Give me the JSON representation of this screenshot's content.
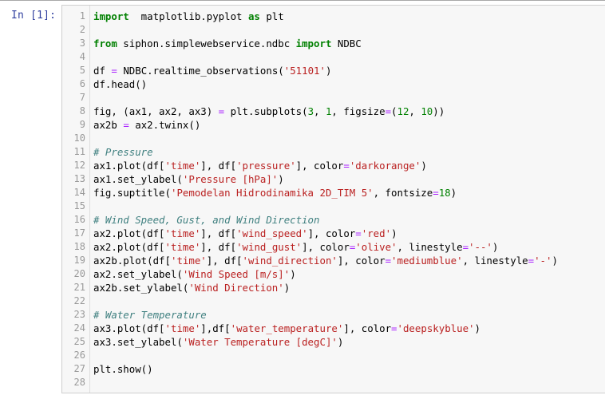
{
  "prompt": "In [1]:",
  "colors": {
    "keyword": "#008000",
    "string": "#BA2121",
    "number": "#008000",
    "operator": "#AA22FF",
    "comment": "#408080",
    "prompt": "#303F9F",
    "cell_background": "#f7f7f7",
    "cell_border": "#cfcfcf"
  },
  "cell": {
    "lines": [
      {
        "n": "1",
        "tokens": [
          [
            "kw",
            "import"
          ],
          [
            "",
            "  matplotlib.pyplot "
          ],
          [
            "kw",
            "as"
          ],
          [
            "",
            " plt"
          ]
        ]
      },
      {
        "n": "2",
        "tokens": []
      },
      {
        "n": "3",
        "tokens": [
          [
            "kw",
            "from"
          ],
          [
            "",
            " siphon.simplewebservice.ndbc "
          ],
          [
            "kw",
            "import"
          ],
          [
            "",
            " NDBC"
          ]
        ]
      },
      {
        "n": "4",
        "tokens": []
      },
      {
        "n": "5",
        "tokens": [
          [
            "",
            "df "
          ],
          [
            "op",
            "="
          ],
          [
            "",
            " NDBC.realtime_observations("
          ],
          [
            "str",
            "'51101'"
          ],
          [
            "",
            ")"
          ]
        ]
      },
      {
        "n": "6",
        "tokens": [
          [
            "",
            "df.head()"
          ]
        ]
      },
      {
        "n": "7",
        "tokens": []
      },
      {
        "n": "8",
        "tokens": [
          [
            "",
            "fig, (ax1, ax2, ax3) "
          ],
          [
            "op",
            "="
          ],
          [
            "",
            " plt.subplots("
          ],
          [
            "num",
            "3"
          ],
          [
            "",
            ", "
          ],
          [
            "num",
            "1"
          ],
          [
            "",
            ", figsize"
          ],
          [
            "op",
            "="
          ],
          [
            "",
            "("
          ],
          [
            "num",
            "12"
          ],
          [
            "",
            ", "
          ],
          [
            "num",
            "10"
          ],
          [
            "",
            "))"
          ]
        ]
      },
      {
        "n": "9",
        "tokens": [
          [
            "",
            "ax2b "
          ],
          [
            "op",
            "="
          ],
          [
            "",
            " ax2.twinx()"
          ]
        ]
      },
      {
        "n": "10",
        "tokens": []
      },
      {
        "n": "11",
        "tokens": [
          [
            "cm",
            "# Pressure"
          ]
        ]
      },
      {
        "n": "12",
        "tokens": [
          [
            "",
            "ax1.plot(df["
          ],
          [
            "str",
            "'time'"
          ],
          [
            "",
            "], df["
          ],
          [
            "str",
            "'pressure'"
          ],
          [
            "",
            "], color"
          ],
          [
            "op",
            "="
          ],
          [
            "str",
            "'darkorange'"
          ],
          [
            "",
            ")"
          ]
        ]
      },
      {
        "n": "13",
        "tokens": [
          [
            "",
            "ax1.set_ylabel("
          ],
          [
            "str",
            "'Pressure [hPa]'"
          ],
          [
            "",
            ")"
          ]
        ]
      },
      {
        "n": "14",
        "tokens": [
          [
            "",
            "fig.suptitle("
          ],
          [
            "str",
            "'Pemodelan Hidrodinamika 2D_TIM 5'"
          ],
          [
            "",
            ", fontsize"
          ],
          [
            "op",
            "="
          ],
          [
            "num",
            "18"
          ],
          [
            "",
            ")"
          ]
        ]
      },
      {
        "n": "15",
        "tokens": []
      },
      {
        "n": "16",
        "tokens": [
          [
            "cm",
            "# Wind Speed, Gust, and Wind Direction"
          ]
        ]
      },
      {
        "n": "17",
        "tokens": [
          [
            "",
            "ax2.plot(df["
          ],
          [
            "str",
            "'time'"
          ],
          [
            "",
            "], df["
          ],
          [
            "str",
            "'wind_speed'"
          ],
          [
            "",
            "], color"
          ],
          [
            "op",
            "="
          ],
          [
            "str",
            "'red'"
          ],
          [
            "",
            ")"
          ]
        ]
      },
      {
        "n": "18",
        "tokens": [
          [
            "",
            "ax2.plot(df["
          ],
          [
            "str",
            "'time'"
          ],
          [
            "",
            "], df["
          ],
          [
            "str",
            "'wind_gust'"
          ],
          [
            "",
            "], color"
          ],
          [
            "op",
            "="
          ],
          [
            "str",
            "'olive'"
          ],
          [
            "",
            ", linestyle"
          ],
          [
            "op",
            "="
          ],
          [
            "str",
            "'--'"
          ],
          [
            "",
            ")"
          ]
        ]
      },
      {
        "n": "19",
        "tokens": [
          [
            "",
            "ax2b.plot(df["
          ],
          [
            "str",
            "'time'"
          ],
          [
            "",
            "], df["
          ],
          [
            "str",
            "'wind_direction'"
          ],
          [
            "",
            "], color"
          ],
          [
            "op",
            "="
          ],
          [
            "str",
            "'mediumblue'"
          ],
          [
            "",
            ", linestyle"
          ],
          [
            "op",
            "="
          ],
          [
            "str",
            "'-'"
          ],
          [
            "",
            ")"
          ]
        ]
      },
      {
        "n": "20",
        "tokens": [
          [
            "",
            "ax2.set_ylabel("
          ],
          [
            "str",
            "'Wind Speed [m/s]'"
          ],
          [
            "",
            ")"
          ]
        ]
      },
      {
        "n": "21",
        "tokens": [
          [
            "",
            "ax2b.set_ylabel("
          ],
          [
            "str",
            "'Wind Direction'"
          ],
          [
            "",
            ")"
          ]
        ]
      },
      {
        "n": "22",
        "tokens": []
      },
      {
        "n": "23",
        "tokens": [
          [
            "cm",
            "# Water Temperature"
          ]
        ]
      },
      {
        "n": "24",
        "tokens": [
          [
            "",
            "ax3.plot(df["
          ],
          [
            "str",
            "'time'"
          ],
          [
            "",
            "],df["
          ],
          [
            "str",
            "'water_temperature'"
          ],
          [
            "",
            "], color"
          ],
          [
            "op",
            "="
          ],
          [
            "str",
            "'deepskyblue'"
          ],
          [
            "",
            ")"
          ]
        ]
      },
      {
        "n": "25",
        "tokens": [
          [
            "",
            "ax3.set_ylabel("
          ],
          [
            "str",
            "'Water Temperature [degC]'"
          ],
          [
            "",
            ")"
          ]
        ]
      },
      {
        "n": "26",
        "tokens": []
      },
      {
        "n": "27",
        "tokens": [
          [
            "",
            "plt.show()"
          ]
        ]
      },
      {
        "n": "28",
        "tokens": []
      }
    ]
  }
}
